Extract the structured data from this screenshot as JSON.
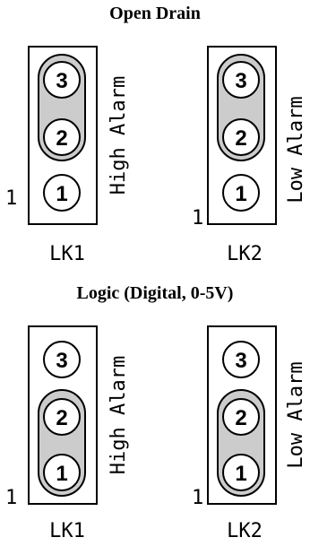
{
  "sections": [
    {
      "title": "Open Drain",
      "jumpers": [
        {
          "label": "LK1",
          "alarm": "High Alarm",
          "pin_marker": "1",
          "pins": [
            "3",
            "2",
            "1"
          ],
          "bridged": [
            "3",
            "2"
          ]
        },
        {
          "label": "LK2",
          "alarm": "Low Alarm",
          "pin_marker": "1",
          "pins": [
            "3",
            "2",
            "1"
          ],
          "bridged": [
            "3",
            "2"
          ]
        }
      ]
    },
    {
      "title": "Logic (Digital, 0-5V)",
      "jumpers": [
        {
          "label": "LK1",
          "alarm": "High Alarm",
          "pin_marker": "1",
          "pins": [
            "3",
            "2",
            "1"
          ],
          "bridged": [
            "2",
            "1"
          ]
        },
        {
          "label": "LK2",
          "alarm": "Low Alarm",
          "pin_marker": "1",
          "pins": [
            "3",
            "2",
            "1"
          ],
          "bridged": [
            "2",
            "1"
          ]
        }
      ]
    }
  ],
  "colors": {
    "bridge_fill": "#cccccc",
    "ink": "#000000",
    "background": "#ffffff"
  }
}
